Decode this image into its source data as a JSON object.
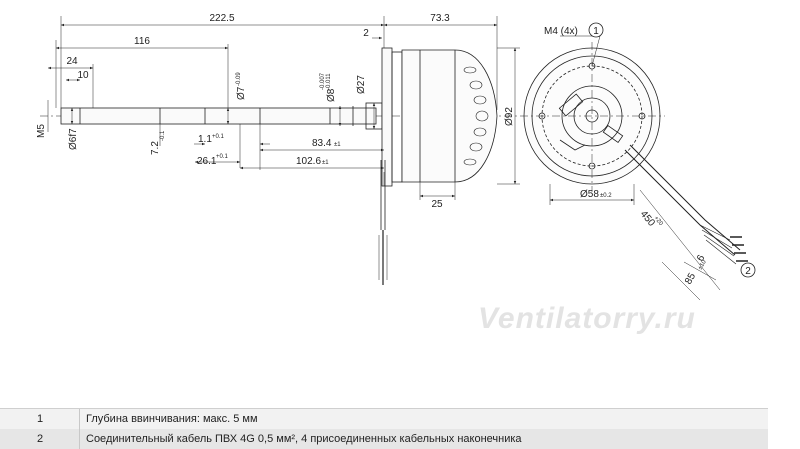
{
  "drawing": {
    "dims": {
      "d_222_5": "222.5",
      "d_73_3": "73.3",
      "d_116": "116",
      "d_24": "24",
      "d_10": "10",
      "d_2": "2",
      "d_m5": "M5",
      "d_d6f7": "Ø6f7",
      "d_7_2": "7.2",
      "d_7_2_tol": "-0.1",
      "d_d7": "Ø7",
      "d_d7_tol": "-0.09",
      "d_d8": "Ø8",
      "d_d8_tol_up": "-0.007",
      "d_d8_tol_dn": "-0.011",
      "d_d27": "Ø27",
      "d_1_1": "1.1",
      "d_1_1_tol": "+0.1",
      "d_26_1": "26.1",
      "d_26_1_tol": "+0.1",
      "d_83_4": "83.4",
      "d_83_4_tol": "±1",
      "d_102_6": "102.6",
      "d_102_6_tol": "±1",
      "d_25": "25",
      "d_d92": "Ø92",
      "d_m4": "M4 (4x)",
      "d_d58": "Ø58",
      "d_d58_tol": "±0.2",
      "d_450": "450",
      "d_450_tol": "+20",
      "d_6": "6",
      "d_85": "85",
      "d_85_tol": "±10"
    },
    "callouts": {
      "c1": "1",
      "c2": "2"
    },
    "watermark": "Ventilatorry.ru"
  },
  "legend": [
    {
      "num": "1",
      "text": "Глубина ввинчивания: макс. 5 мм"
    },
    {
      "num": "2",
      "text": "Соединительный кабель ПВХ 4G 0,5 мм², 4 присоединенных кабельных наконечника"
    }
  ],
  "colors": {
    "line": "#222222",
    "row1": "#f2f2f2",
    "row2": "#e6e6e6",
    "watermark": "#e3e3e3"
  }
}
